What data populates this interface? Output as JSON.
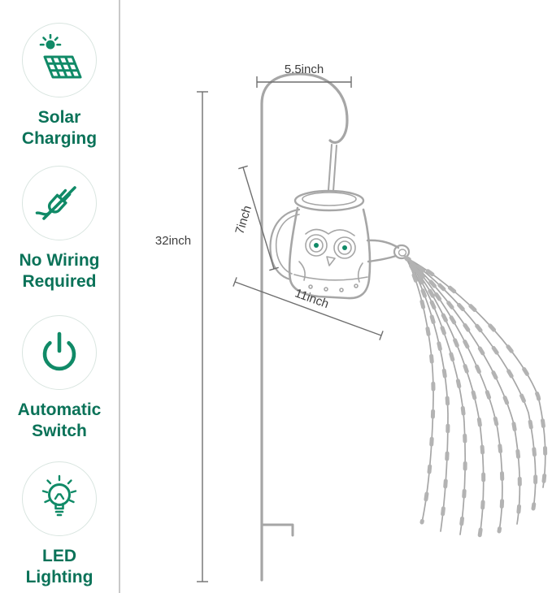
{
  "colors": {
    "accent_green": "#108a67",
    "label_green": "#0a7258",
    "line_gray": "#a6a6a6",
    "divider": "#c9c9c9"
  },
  "sidebar": {
    "features": [
      {
        "icon": "solar-panel-sun-icon",
        "line1": "Solar",
        "line2": "Charging"
      },
      {
        "icon": "no-wiring-plug-icon",
        "line1": "No Wiring",
        "line2": "Required"
      },
      {
        "icon": "power-switch-icon",
        "line1": "Automatic",
        "line2": "Switch"
      },
      {
        "icon": "led-bulb-icon",
        "line1": "LED",
        "line2": "Lighting"
      }
    ]
  },
  "illustration": {
    "subject": "solar watering can string light on shepherd hook stake",
    "dimensions": {
      "hook_width": "5.5inch",
      "pole_height": "32inch",
      "can_height": "7inch",
      "spread_width": "11inch"
    }
  }
}
